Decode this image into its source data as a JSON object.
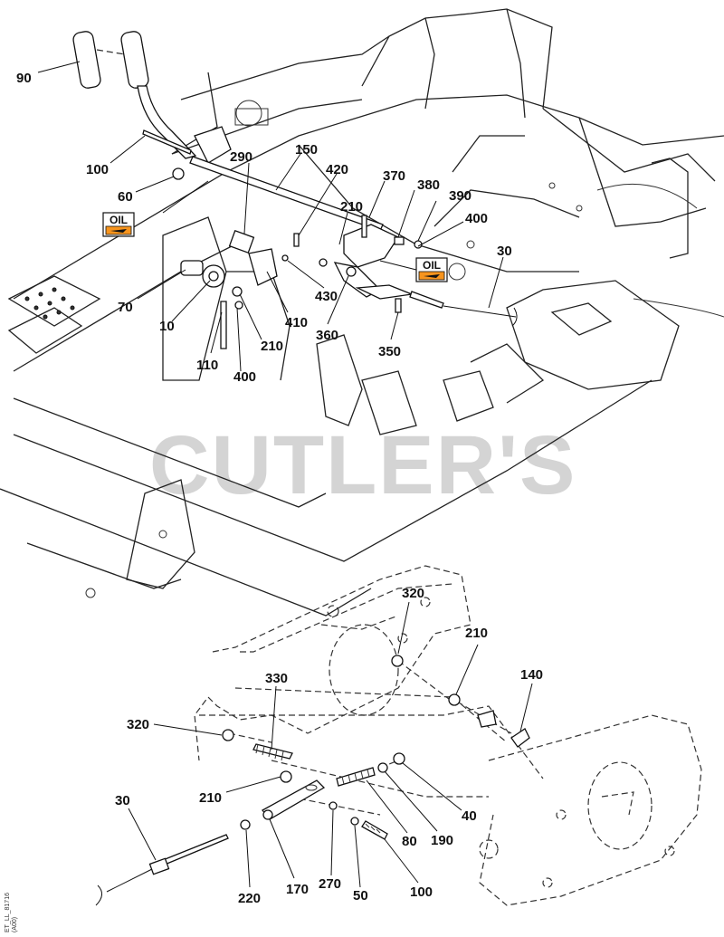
{
  "watermark": "CUTLER'S",
  "doc_code": "ET_LL_81716",
  "doc_code_2": "(A00)",
  "oil_label": "OIL",
  "colors": {
    "oil_badge": "#f7941d",
    "watermark": "#d4d4d4",
    "line": "#222222"
  },
  "top_assembly_callouts": [
    "90",
    "100",
    "60",
    "290",
    "150",
    "420",
    "370",
    "380",
    "390",
    "210",
    "400",
    "30",
    "70",
    "10",
    "110",
    "400",
    "210",
    "410",
    "430",
    "360",
    "350"
  ],
  "bottom_assembly_callouts": [
    "320",
    "210",
    "140",
    "330",
    "320",
    "210",
    "40",
    "190",
    "80",
    "30",
    "220",
    "170",
    "270",
    "50",
    "100"
  ]
}
